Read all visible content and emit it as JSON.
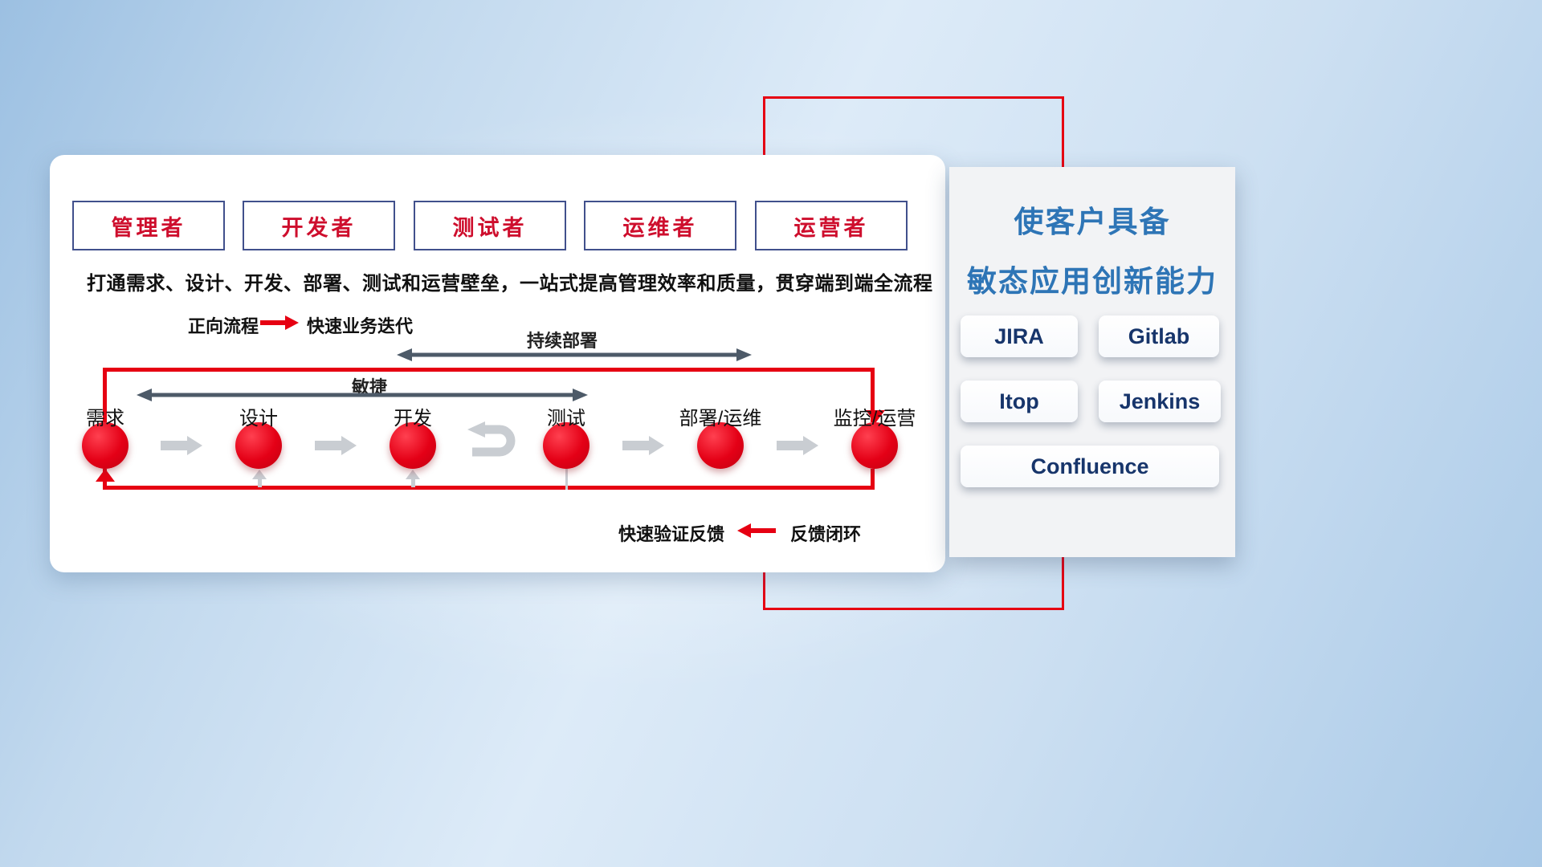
{
  "roles": [
    "管理者",
    "开发者",
    "测试者",
    "运维者",
    "运营者"
  ],
  "subtitle": "打通需求、设计、开发、部署、测试和运营壁垒，一站式提高管理效率和质量，贯穿端到端全流程",
  "legend_forward": {
    "label": "正向流程",
    "desc": "快速业务迭代"
  },
  "legend_feedback": {
    "desc": "快速验证反馈",
    "label": "反馈闭环"
  },
  "flow": {
    "stages": [
      "需求",
      "设计",
      "开发",
      "测试",
      "部署/运维",
      "监控/运营"
    ],
    "agile_label": "敏捷",
    "continuous_deploy_label": "持续部署"
  },
  "panel": {
    "title_line1": "使客户具备",
    "title_line2": "敏态应用创新能力",
    "tools": [
      "JIRA",
      "Gitlab",
      "Itop",
      "Jenkins",
      "Confluence"
    ]
  },
  "colors": {
    "accent_red": "#e60012",
    "title_blue": "#2e75b6",
    "tool_navy": "#17356b",
    "role_red": "#ce0e2d",
    "dark_arrow": "#4d5a68",
    "gray_arrow": "#c9cdd2"
  }
}
